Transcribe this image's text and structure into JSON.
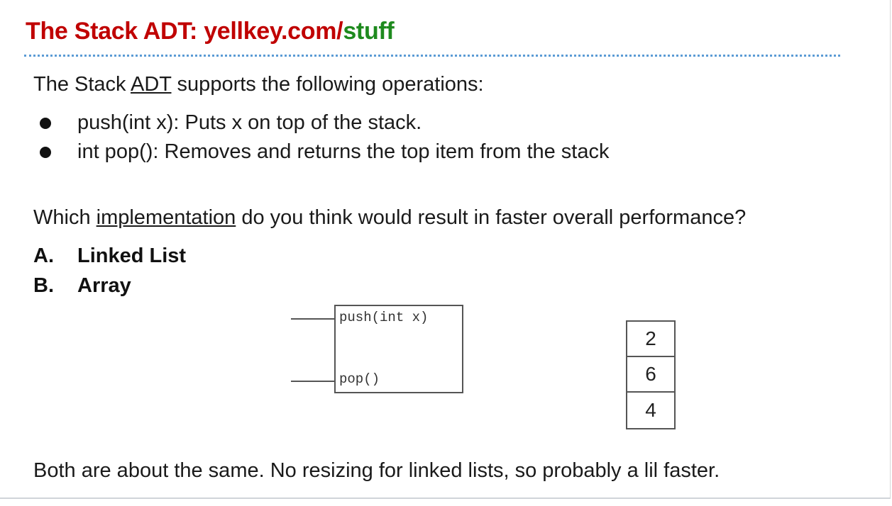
{
  "title": {
    "prefix": "The Stack ADT: ",
    "link": "yellkey.com/",
    "link_path": "stuff",
    "prefix_color": "#c00000",
    "path_color": "#1e8a1e"
  },
  "intro": {
    "before": "The Stack ",
    "term": "ADT",
    "after": " supports the following operations:"
  },
  "operations": [
    "push(int x): Puts x on top of the stack.",
    "int pop(): Removes and returns the top item from the stack"
  ],
  "question": {
    "before": "Which ",
    "term": "implementation",
    "after": " do you think would result in faster overall performance?"
  },
  "options": [
    {
      "letter": "A.",
      "text": "Linked List"
    },
    {
      "letter": "B.",
      "text": "Array"
    }
  ],
  "diagram": {
    "methods": [
      "push(int x)",
      "pop()"
    ],
    "stack_values": [
      "2",
      "6",
      "4"
    ]
  },
  "answer": "Both are about the same. No resizing for linked lists, so probably a lil faster."
}
